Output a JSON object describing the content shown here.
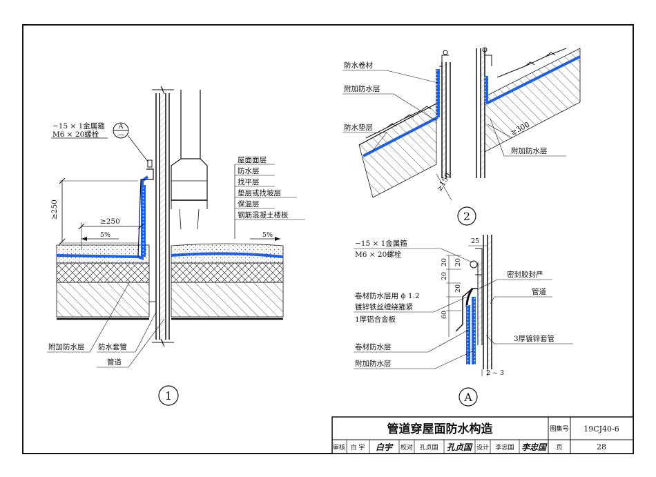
{
  "detail1": {
    "callout_line1": "−15 × 1金属箍",
    "callout_line2": "M6 × 20螺栓",
    "section_ref_top": "A",
    "section_ref_bottom": "—",
    "dim_height": "≥250",
    "dim_width": "≥250",
    "slope_left": "5%",
    "slope_right": "5%",
    "layers": [
      "屋面面层",
      "防水层",
      "找平层",
      "垫层或找坡层",
      "保温层",
      "钢筋混凝土楼板"
    ],
    "label_additional": "附加防水层",
    "label_sleeve": "防水套管",
    "label_pipe": "管道",
    "detail_number": "1"
  },
  "detail2": {
    "label_membrane": "防水卷材",
    "label_additional": "附加防水层",
    "label_underlay": "防水垫层",
    "label_additional_right": "附加防水层",
    "dim_left": "≥150",
    "dim_right": "≥300",
    "detail_number": "2"
  },
  "detailA": {
    "callout_line1": "−15 × 1金属箍",
    "callout_line2": "M6 × 20螺栓",
    "dim_25": "25",
    "dim_20a": "20",
    "dim_20b": "20",
    "dim_20c": "20",
    "dim_20d": "20",
    "dim_60": "60",
    "dim_gap": "2 ~ 3",
    "label_wire1": "卷材防水层用 ϕ 1.2",
    "label_wire2": "镀锌铁丝缠绕箍紧",
    "label_plate": "1厚铝合金板",
    "label_sealant": "密封胶封严",
    "label_pipe": "管道",
    "label_sleeve": "3厚镀锌套管",
    "label_membrane": "卷材防水层",
    "label_additional": "附加防水层",
    "detail_letter": "A"
  },
  "title_block": {
    "title": "管道穿屋面防水构造",
    "atlas_label": "图集号",
    "atlas_number": "19CJ40-6",
    "review_label": "审核",
    "reviewer": "白  宇",
    "check_label": "校对",
    "checker": "孔贞国",
    "design_label": "设计",
    "designer": "李忠国",
    "page_label": "页",
    "page_number": "28"
  },
  "colors": {
    "waterproof_blue": "#1f5fe0",
    "line": "#111111"
  }
}
